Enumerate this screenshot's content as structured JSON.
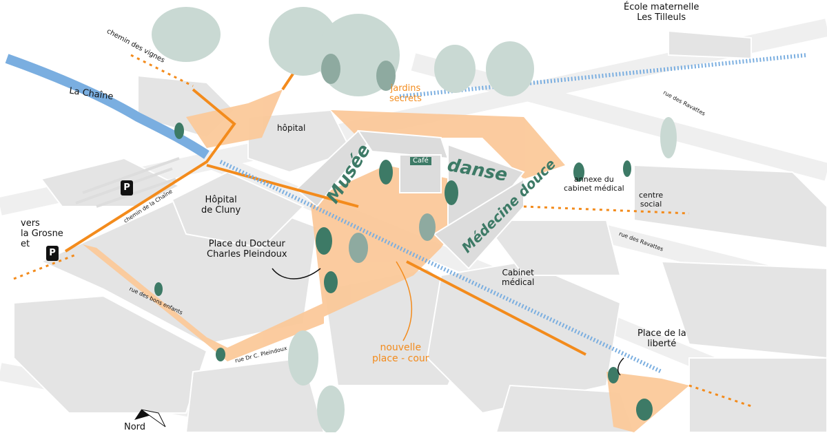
{
  "map": {
    "colors": {
      "plaza": "#fbc99a",
      "route": "#f38b1c",
      "river": "#7aaee0",
      "building": "#e4e4e4",
      "tree_dark": "#3d7a66",
      "tree_light": "#c9d9d3"
    },
    "labels": {
      "ecole": "École maternelle\nLes Tilleuls",
      "chemin_vignes": "chemin des vignes",
      "la_chaine": "La Chaîne",
      "jardins": "jardins\nsecrets",
      "rue_ravattes_1": "rue des Ravattes",
      "rue_ravattes_2": "rue des Ravattes",
      "hopital": "hôpital",
      "annexe": "annexe du\ncabinet médical",
      "centre_social": "centre\nsocial",
      "hopital_cluny": "Hôpital\nde Cluny",
      "chemin_chaine": "chemin de la Chaîne",
      "vers_grosne": "vers\nla Grosne\net",
      "parking": "P",
      "place_docteur": "Place du Docteur\nCharles Pleindoux",
      "rue_bons": "rue des bons enfants",
      "rue_pleindoux": "rue Dr C. Pleindoux",
      "nouvelle_place": "nouvelle\nplace - cour",
      "cabinet": "Cabinet\nmédical",
      "place_liberte": "Place de la\nliberté",
      "nord": "Nord",
      "cafe": "Café",
      "musee": "Musée",
      "danse": "danse",
      "medecine": "Médecine douce"
    }
  }
}
